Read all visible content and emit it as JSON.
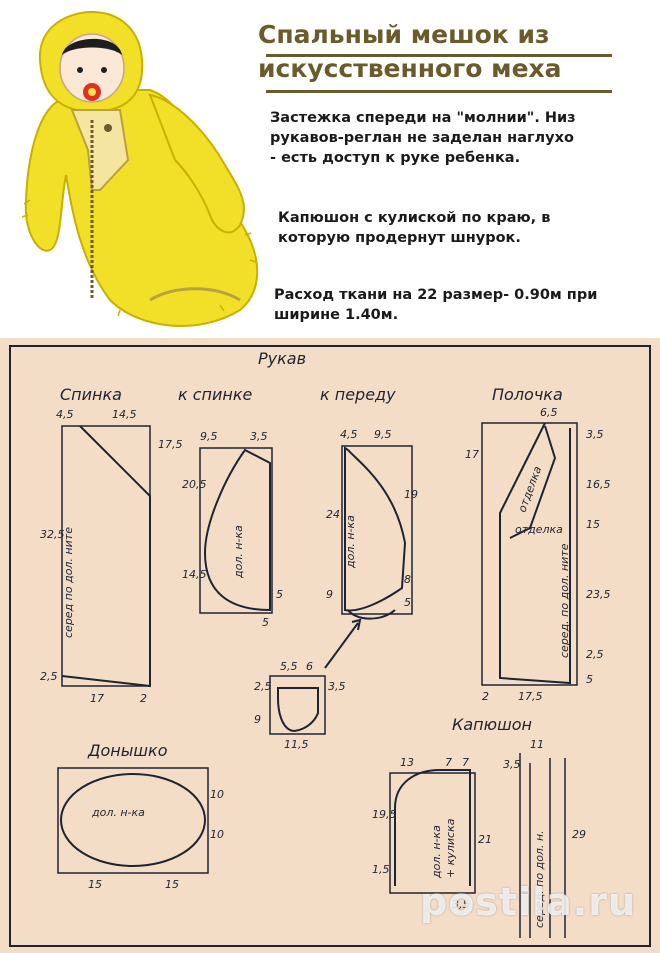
{
  "title": {
    "line1": "Спальный мешок из",
    "line2": "искусственного меха"
  },
  "description": {
    "p1_lines": [
      "Застежка спереди на \"молнии\". Низ",
      "рукавов-реглан не заделан наглухо",
      "- есть доступ к руке ребенка."
    ],
    "p2_lines": [
      "Капюшон с кулиской по краю, в",
      "которую продернут шнурок."
    ],
    "p3_lines": [
      "Расход ткани на 22 размер- 0.90м при",
      "ширине 1.40м."
    ]
  },
  "pattern": {
    "sleeve_title": "Рукав",
    "back_title": "Спинка",
    "to_back": "к спинке",
    "to_front": "к переду",
    "front_title": "Полочка",
    "bottom_title": "Донышко",
    "hood_title": "Капюшон",
    "back_dims": [
      "4,5",
      "14,5",
      "17,5",
      "32,5",
      "2,5",
      "17",
      "2"
    ],
    "back_text": "серед по дол. ните",
    "sleeve_back_dims": [
      "9,5",
      "3,5",
      "20,5",
      "14,5",
      "5",
      "5"
    ],
    "sleeve_back_text": "дол. н-ка",
    "sleeve_front_dims": [
      "4,5",
      "9,5",
      "24",
      "19",
      "9",
      "8",
      "5"
    ],
    "sleeve_front_text": "дол. н-ка",
    "front_dims": [
      "6,5",
      "3,5",
      "17",
      "16,5",
      "15",
      "23,5",
      "2",
      "17,5",
      "2,5",
      "5"
    ],
    "front_text": [
      "отделка",
      "отделка",
      "серед. по дол. ните"
    ],
    "gusset_dims": [
      "5,5",
      "6",
      "2,5",
      "3,5",
      "9",
      "11,5"
    ],
    "bottom_dims": [
      "15",
      "15",
      "10",
      "10"
    ],
    "bottom_text": "дол. н-ка",
    "hood_dims": [
      "13",
      "7",
      "7",
      "19,5",
      "1,5",
      "21",
      "3,5",
      "11",
      "3,5",
      "29"
    ],
    "hood_text": [
      "дол. н-ка",
      "+ кулиска",
      "серед. по дол. н."
    ]
  },
  "watermark": "postila.ru",
  "colors": {
    "sheet": "#f4ddc7",
    "ink": "#1e2433",
    "title": "#6b5a2a",
    "suit": "#f2df28"
  }
}
